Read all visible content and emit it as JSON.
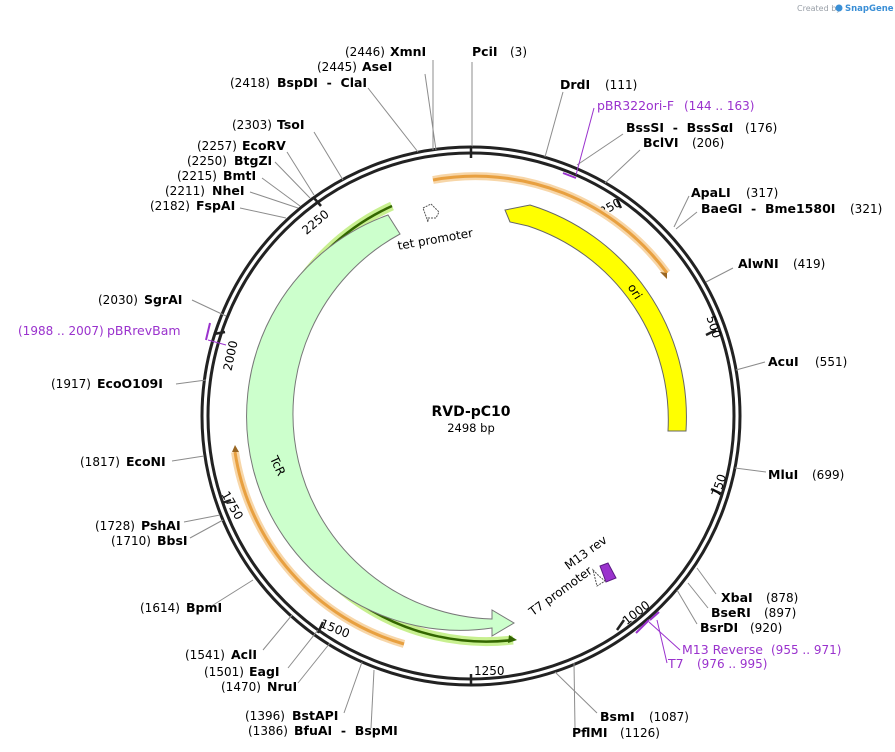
{
  "branding": {
    "created_by": "Created by",
    "app_name": "SnapGene",
    "accent": "#3a8fd6"
  },
  "map": {
    "name": "RVD-pC10",
    "length_label": "2498 bp",
    "total_length": 2498,
    "ticks": [
      "250",
      "500",
      "750",
      "1000",
      "1250",
      "1500",
      "1750",
      "2000",
      "2250"
    ]
  },
  "sites": [
    {
      "name": "XmnI",
      "pos": "(2446)"
    },
    {
      "name": "PciI",
      "pos": "(3)"
    },
    {
      "name": "AseI",
      "pos": "(2445)"
    },
    {
      "name": "BspDI  -  ClaI",
      "pos": "(2418)"
    },
    {
      "name": "DrdI",
      "pos": "(111)"
    },
    {
      "name": "BssSI  -  BssSαI",
      "pos": "(176)"
    },
    {
      "name": "BclVI",
      "pos": "(206)"
    },
    {
      "name": "TsoI",
      "pos": "(2303)"
    },
    {
      "name": "EcoRV",
      "pos": "(2257)"
    },
    {
      "name": "BtgZI",
      "pos": "(2250)"
    },
    {
      "name": "BmtI",
      "pos": "(2215)"
    },
    {
      "name": "NheI",
      "pos": "(2211)"
    },
    {
      "name": "FspAI",
      "pos": "(2182)"
    },
    {
      "name": "ApaLI",
      "pos": "(317)"
    },
    {
      "name": "BaeGI  -  Bme1580I",
      "pos": "(321)"
    },
    {
      "name": "AlwNI",
      "pos": "(419)"
    },
    {
      "name": "SgrAI",
      "pos": "(2030)"
    },
    {
      "name": "AcuI",
      "pos": "(551)"
    },
    {
      "name": "EcoO109I",
      "pos": "(1917)"
    },
    {
      "name": "EcoNI",
      "pos": "(1817)"
    },
    {
      "name": "MluI",
      "pos": "(699)"
    },
    {
      "name": "PshAI",
      "pos": "(1728)"
    },
    {
      "name": "BbsI",
      "pos": "(1710)"
    },
    {
      "name": "XbaI",
      "pos": "(878)"
    },
    {
      "name": "BseRI",
      "pos": "(897)"
    },
    {
      "name": "BsrDI",
      "pos": "(920)"
    },
    {
      "name": "BpmI",
      "pos": "(1614)"
    },
    {
      "name": "AclI",
      "pos": "(1541)"
    },
    {
      "name": "EagI",
      "pos": "(1501)"
    },
    {
      "name": "NruI",
      "pos": "(1470)"
    },
    {
      "name": "BstAPI",
      "pos": "(1396)"
    },
    {
      "name": "BfuAI  -  BspMI",
      "pos": "(1386)"
    },
    {
      "name": "BsmI",
      "pos": "(1087)"
    },
    {
      "name": "PflMI",
      "pos": "(1126)"
    }
  ],
  "primers": [
    {
      "name": "pBR322ori-F",
      "range": "(144 .. 163)"
    },
    {
      "name": "pBRrevBam",
      "range": "(1988 .. 2007)"
    },
    {
      "name": "M13 Reverse",
      "range": "(955 .. 971)"
    },
    {
      "name": "T7",
      "range": "(976 .. 995)"
    }
  ],
  "features": [
    {
      "name": "ori",
      "color": "#ffff00"
    },
    {
      "name": "TcR",
      "color": "#ccffcc"
    },
    {
      "name": "tet promoter",
      "color": "#ffffff"
    },
    {
      "name": "M13 rev",
      "color": "#9a32cd"
    },
    {
      "name": "T7 promoter",
      "color": "#ffffff"
    }
  ],
  "colors": {
    "primer": "#9a32cd",
    "orf": "#e8a040",
    "orf_dark": "#996622",
    "tcr_orf": "#336600",
    "tcr_glow": "#c8f090",
    "backbone": "#222222",
    "leader": "#8c8c8c"
  }
}
